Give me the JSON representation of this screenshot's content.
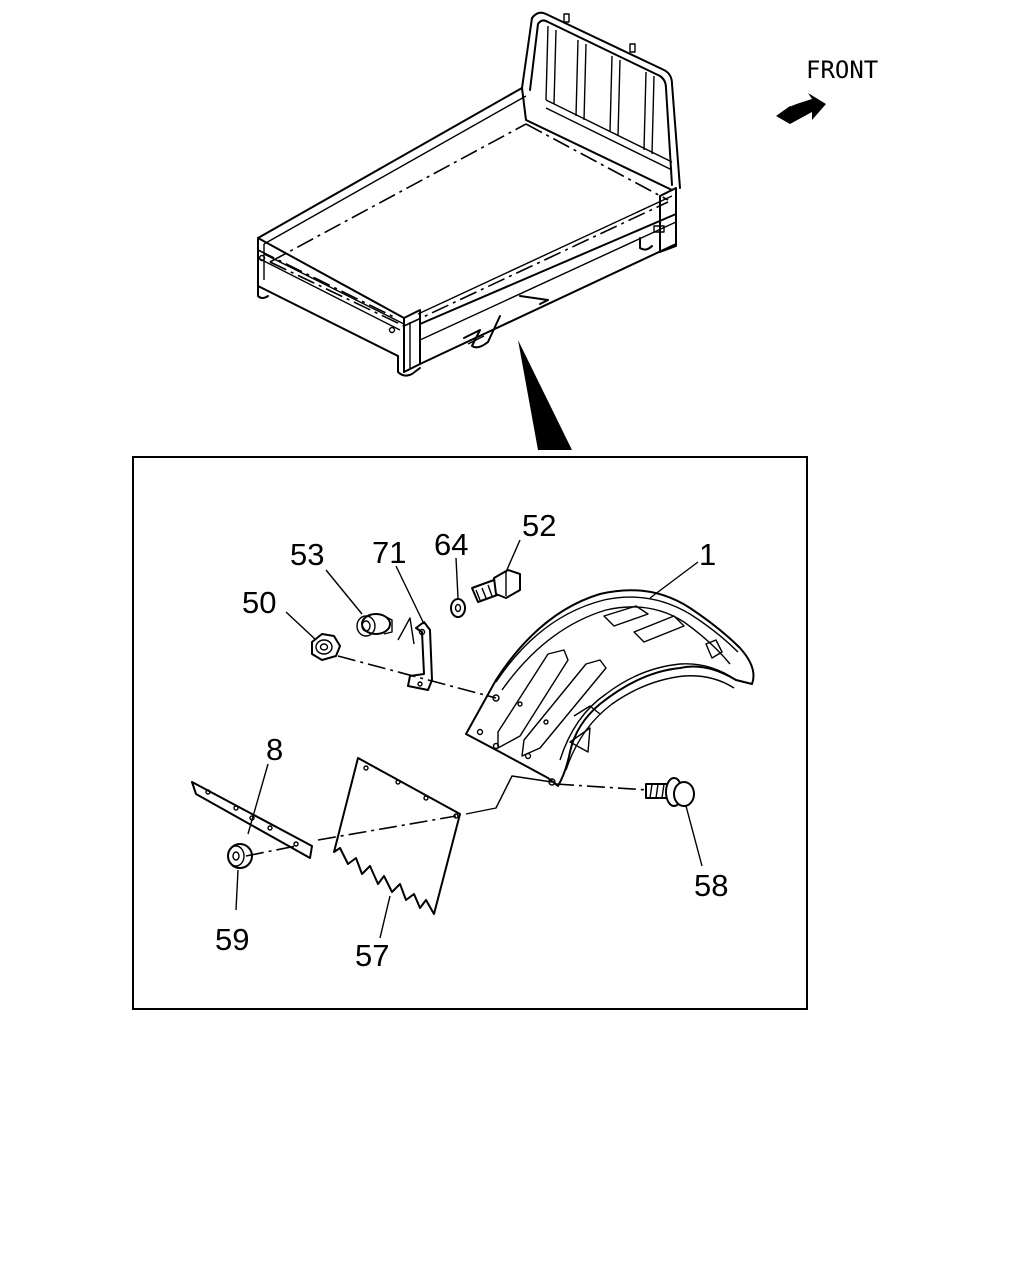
{
  "front_label": "FRONT",
  "callouts": {
    "p1": "1",
    "p8": "8",
    "p50": "50",
    "p52": "52",
    "p53": "53",
    "p57": "57",
    "p58": "58",
    "p59": "59",
    "p64": "64",
    "p71": "71"
  },
  "icons": {
    "direction": "front-arrow-icon",
    "pointer": "detail-pointer-icon"
  }
}
